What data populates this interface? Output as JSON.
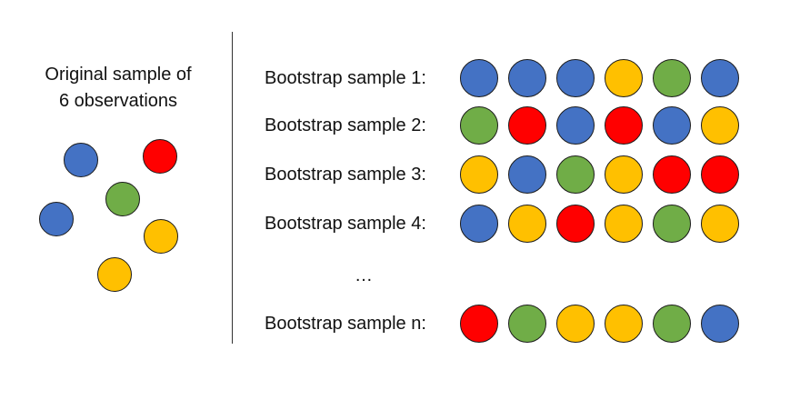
{
  "original": {
    "title_line1": "Original sample of",
    "title_line2": "6 observations",
    "observations": [
      {
        "color": "blue"
      },
      {
        "color": "red"
      },
      {
        "color": "green"
      },
      {
        "color": "blue"
      },
      {
        "color": "yellow"
      },
      {
        "color": "yellow"
      }
    ]
  },
  "colors": {
    "blue": "#4472C4",
    "red": "#FF0000",
    "green": "#70AD47",
    "yellow": "#FFC000",
    "outline": "#1b1b1b"
  },
  "rows": [
    {
      "label": "Bootstrap sample 1:",
      "colors": [
        "blue",
        "blue",
        "blue",
        "yellow",
        "green",
        "blue"
      ]
    },
    {
      "label": "Bootstrap sample 2:",
      "colors": [
        "green",
        "red",
        "blue",
        "red",
        "blue",
        "yellow"
      ]
    },
    {
      "label": "Bootstrap sample 3:",
      "colors": [
        "yellow",
        "blue",
        "green",
        "yellow",
        "red",
        "red"
      ]
    },
    {
      "label": "Bootstrap sample 4:",
      "colors": [
        "blue",
        "yellow",
        "red",
        "yellow",
        "green",
        "yellow"
      ]
    },
    {
      "label": "Bootstrap sample n:",
      "colors": [
        "red",
        "green",
        "yellow",
        "yellow",
        "green",
        "blue"
      ]
    }
  ],
  "ellipsis": "…"
}
